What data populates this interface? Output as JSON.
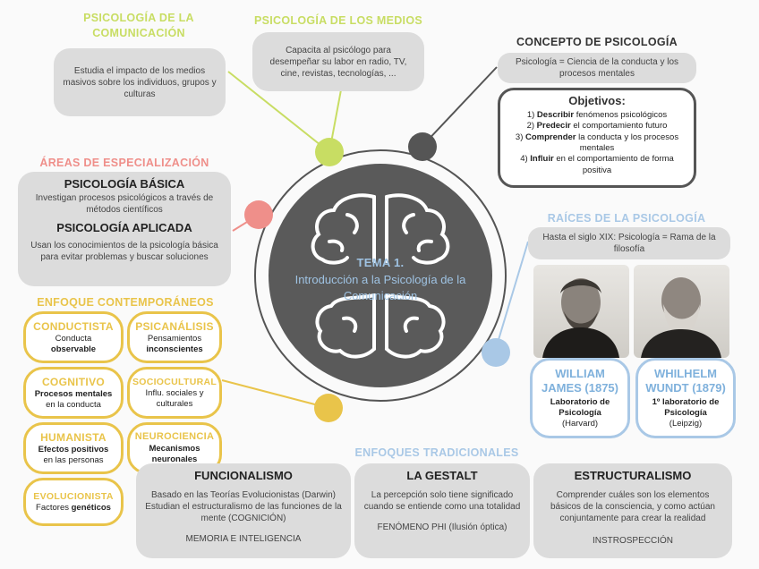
{
  "center": {
    "tema": "TEMA 1.",
    "title": "Introducción a la Psicología de la Comunicación"
  },
  "comunicacion": {
    "title": "PSICOLOGÍA DE LA COMUNICACIÓN",
    "text": "Estudia el impacto de los medios masivos sobre los individuos, grupos y culturas"
  },
  "medios": {
    "title": "PSICOLOGÍA DE LOS MEDIOS",
    "text": "Capacita al psicólogo para desempeñar su labor en radio, TV, cine, revistas, tecnologías, ..."
  },
  "concepto": {
    "title": "CONCEPTO DE PSICOLOGÍA",
    "text": "Psicología = Ciencia de la conducta y los procesos mentales",
    "objetivos_title": "Objetivos:",
    "objetivos": [
      {
        "num": "1)",
        "bold": "Describir",
        "rest": "fenómenos psicológicos"
      },
      {
        "num": "2)",
        "bold": "Predecir",
        "rest": "el comportamiento futuro"
      },
      {
        "num": "3)",
        "bold": "Comprender",
        "rest": "la conducta y los procesos mentales"
      },
      {
        "num": "4)",
        "bold": "Influir",
        "rest": "en el comportamiento de forma positiva"
      }
    ]
  },
  "areas": {
    "title": "ÁREAS DE ESPECIALIZACIÓN",
    "basica_title": "PSICOLOGÍA BÁSICA",
    "basica_text": "Investigan procesos psicológicos a través de métodos científicos",
    "aplicada_title": "PSICOLOGÍA APLICADA",
    "aplicada_text": "Usan los conocimientos de la psicología básica para evitar problemas y buscar soluciones"
  },
  "raices": {
    "title": "RAÍCES DE LA PSICOLOGÍA",
    "text": "Hasta el siglo XIX: Psicología = Rama de la filosofía",
    "james": {
      "name": "WILLIAM JAMES (1875)",
      "lab": "Laboratorio de Psicología",
      "place": "(Harvard)"
    },
    "wundt": {
      "name": "WHILHELM WUNDT (1879)",
      "lab": "1º laboratorio de Psicología",
      "place": "(Leipzig)"
    }
  },
  "contemporaneos": {
    "title": "ENFOQUE CONTEMPORÁNEOS",
    "items": [
      {
        "h": "CONDUCTISTA",
        "l1": "Conducta",
        "l2": "observable"
      },
      {
        "h": "PSICANÁLISIS",
        "l1": "Pensamientos",
        "l2": "inconscientes"
      },
      {
        "h": "COGNITIVO",
        "l1": "Procesos mentales",
        "l2": "en la conducta"
      },
      {
        "h": "SOCIOCULTURAL",
        "l1": "Influ. sociales y",
        "l2": "culturales"
      },
      {
        "h": "HUMANISTA",
        "l1": "Efectos positivos",
        "l2": "en las personas"
      },
      {
        "h": "NEUROCIENCIA",
        "l1": "Mecanismos",
        "l2": "neuronales"
      },
      {
        "h": "EVOLUCIONISTA",
        "l1": "Factores",
        "l2": "genéticos"
      }
    ]
  },
  "tradicionales": {
    "title": "ENFOQUES TRADICIONALES",
    "funcionalismo": {
      "title": "FUNCIONALISMO",
      "l1": "Basado en las Teorías Evolucionistas (Darwin)",
      "l2": "Estudian el estructuralismo de las funciones de la mente (COGNICIÓN)",
      "l3": "MEMORIA E INTELIGENCIA"
    },
    "gestalt": {
      "title": "LA GESTALT",
      "l1": "La percepción solo tiene significado cuando se entiende como una totalidad",
      "l3": "FENÓMENO PHI (Ilusión óptica)"
    },
    "estructuralismo": {
      "title": "ESTRUCTURALISMO",
      "l1": "Comprender cuáles son los elementos básicos de la consciencia, y como actúan conjuntamente para crear la realidad",
      "l3": "INSTROSPECCIÓN"
    }
  },
  "colors": {
    "green": "#c8dd63",
    "yellow": "#e9c44a",
    "red": "#ef8f8a",
    "blue": "#a9c8e6",
    "dark": "#555555",
    "center": "#5a5a5a",
    "center_text": "#9fc3e3"
  }
}
